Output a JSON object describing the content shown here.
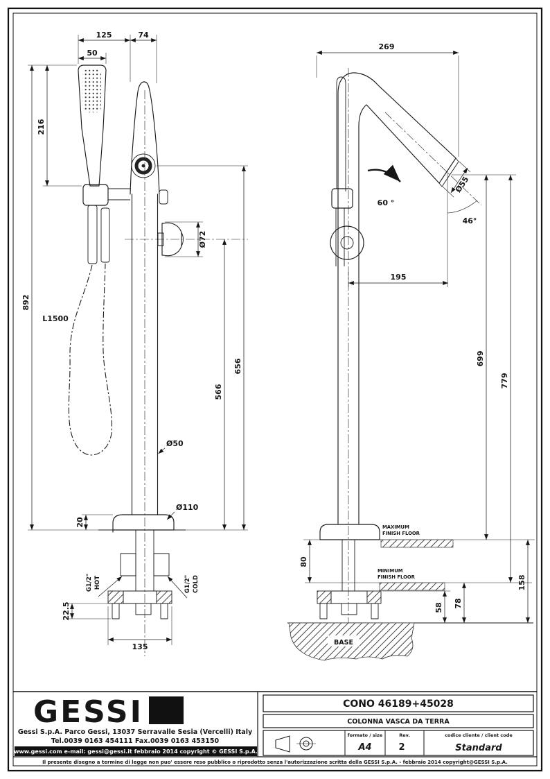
{
  "front_view": {
    "dims": {
      "width_125": "125",
      "width_74": "74",
      "handshower_width": "50",
      "handshower_length": "216",
      "total_height": "892",
      "hose_length": "L1500",
      "knob_diameter": "Ø72",
      "outlet_height": "656",
      "knob_height": "566",
      "column_diameter": "Ø50",
      "base_diameter": "Ø110",
      "base_height": "20",
      "plate_offset": "22.5",
      "plate_width": "135"
    },
    "supply": {
      "hot_size": "G1/2\"",
      "hot_label": "HOT",
      "cold_size": "G1/2\"",
      "cold_label": "COLD"
    }
  },
  "side_view": {
    "dims": {
      "depth_269": "269",
      "swivel_angle": "60 °",
      "spout_angle": "46°",
      "spout_diameter": "Ø55",
      "reach_195": "195",
      "height_699": "699",
      "height_779": "779",
      "height_158": "158",
      "height_78": "78",
      "height_58": "58",
      "floor_range_80": "80"
    },
    "labels": {
      "max_floor_line1": "MAXIMUM",
      "max_floor_line2": "FINISH FLOOR",
      "min_floor_line1": "MINIMUM",
      "min_floor_line2": "FINISH FLOOR",
      "base": "BASE"
    }
  },
  "title_block": {
    "brand": "GESSI",
    "address": "Gessi S.p.A. Parco Gessi, 13037 Serravalle Sesia (Vercelli) Italy",
    "phone": "Tel.0039 0163 454111 Fax.0039 0163 453150",
    "web": "www.gessi.com e-mail: gessi@gessi.it febbraio 2014 copyright © GESSI S.p.A.",
    "product_code": "CONO 46189+45028",
    "product_name": "COLONNA VASCA DA TERRA",
    "format_label": "formato / size",
    "format_value": "A4",
    "rev_label": "Rev.",
    "rev_value": "2",
    "client_label": "codice cliente / client code",
    "client_value": "Standard",
    "legal": "Il presente disegno a termine di legge non puo' essere reso pubblico o riprodotto senza l'autorizzazione scritta della GESSI S.p.A. - febbraio 2014 copyright@GESSI S.p.A."
  }
}
